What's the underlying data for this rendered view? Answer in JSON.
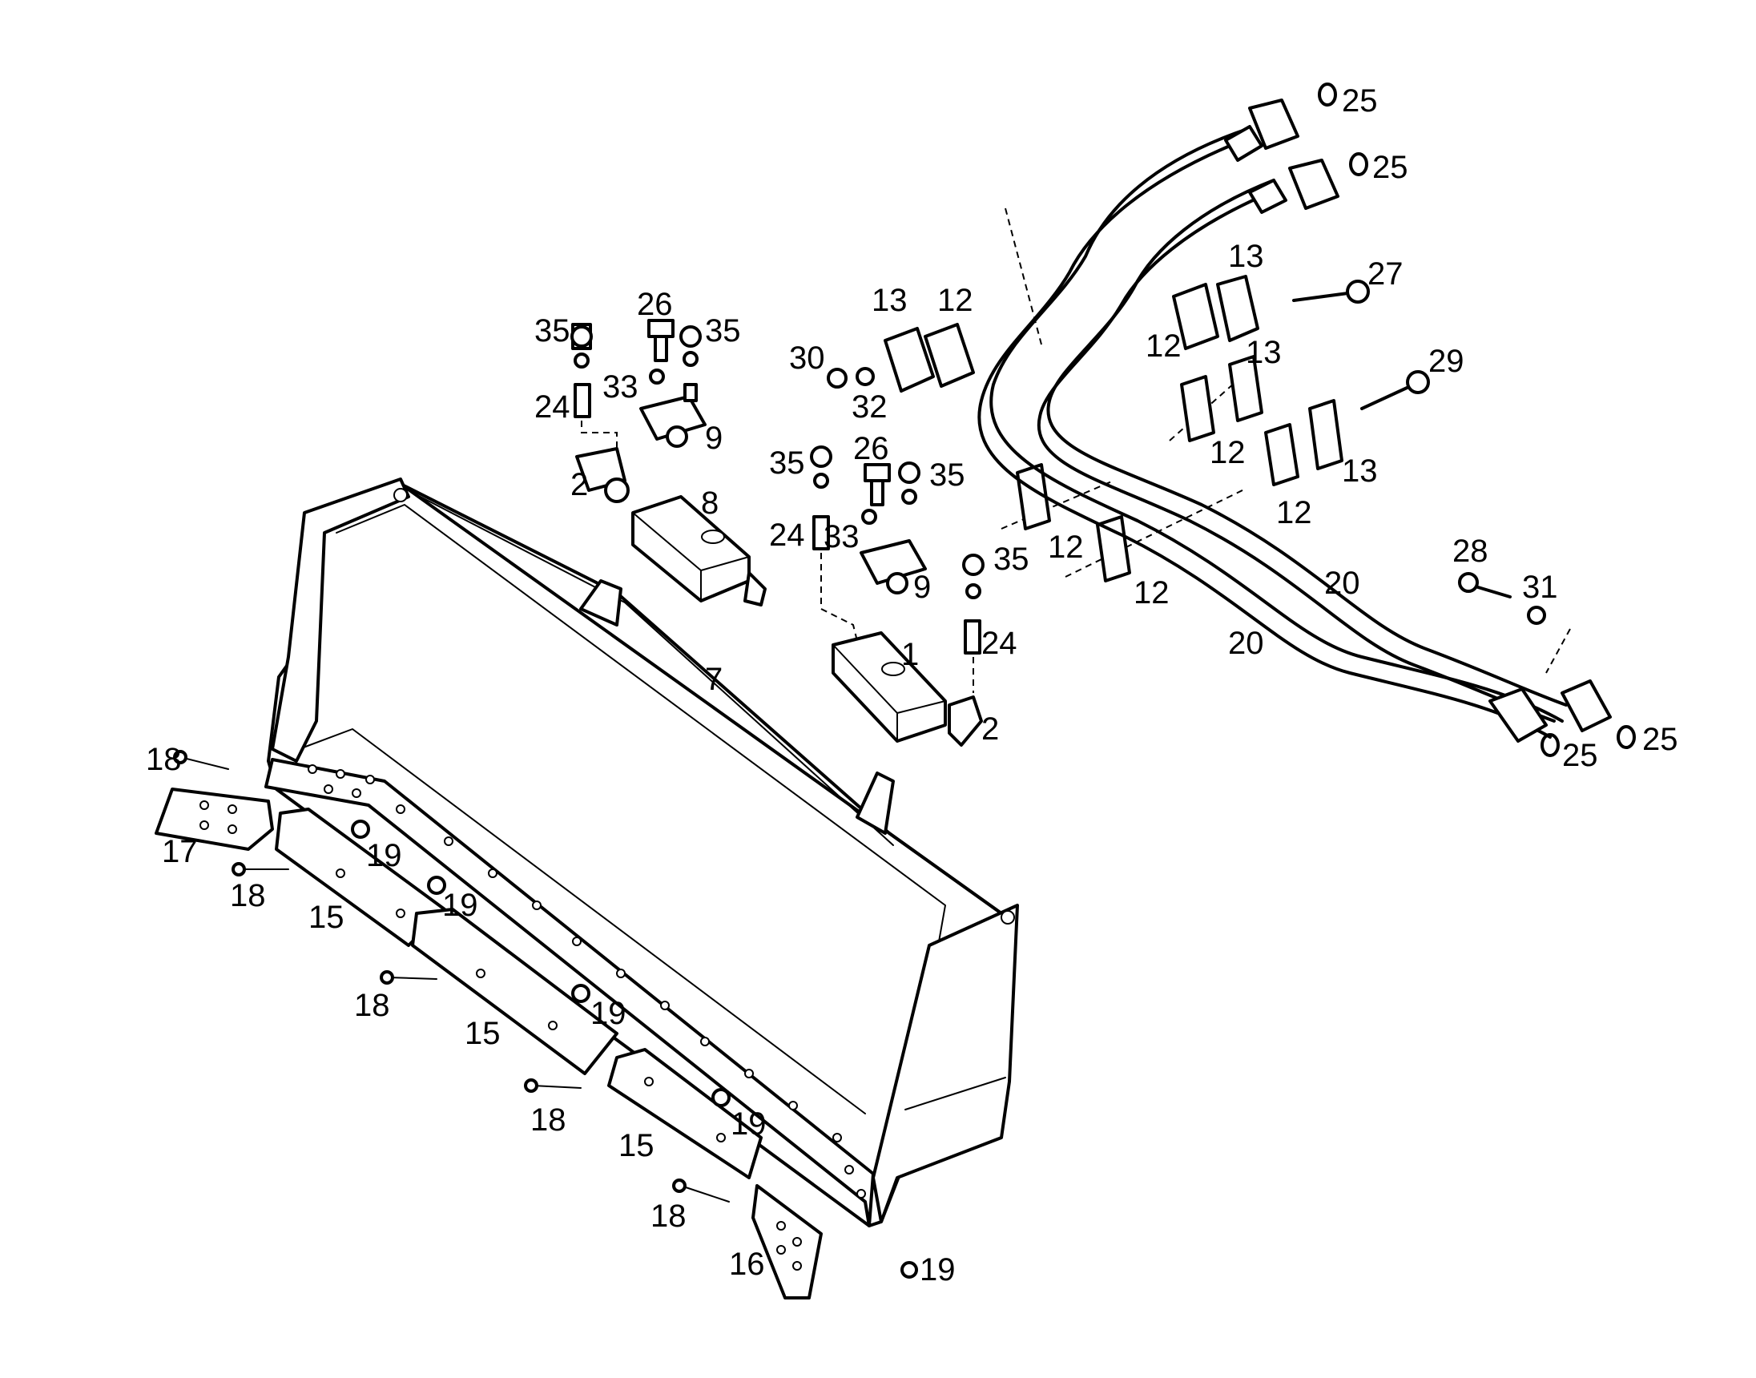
{
  "callouts": [
    {
      "id": "c25a",
      "text": "25"
    },
    {
      "id": "c25b",
      "text": "25"
    },
    {
      "id": "c13a",
      "text": "13"
    },
    {
      "id": "c27",
      "text": "27"
    },
    {
      "id": "c12a",
      "text": "12"
    },
    {
      "id": "c13b",
      "text": "13"
    },
    {
      "id": "c12b",
      "text": "12"
    },
    {
      "id": "c29",
      "text": "29"
    },
    {
      "id": "c13c",
      "text": "13"
    },
    {
      "id": "c12c",
      "text": "12"
    },
    {
      "id": "c13d",
      "text": "13"
    },
    {
      "id": "c12d",
      "text": "12"
    },
    {
      "id": "c30",
      "text": "30"
    },
    {
      "id": "c32",
      "text": "32"
    },
    {
      "id": "c35a",
      "text": "35"
    },
    {
      "id": "c26a",
      "text": "26"
    },
    {
      "id": "c35b",
      "text": "35"
    },
    {
      "id": "c33a",
      "text": "33"
    },
    {
      "id": "c24a",
      "text": "24"
    },
    {
      "id": "c9a",
      "text": "9"
    },
    {
      "id": "c2a",
      "text": "2"
    },
    {
      "id": "c8",
      "text": "8"
    },
    {
      "id": "c35c",
      "text": "35"
    },
    {
      "id": "c26b",
      "text": "26"
    },
    {
      "id": "c35d",
      "text": "35"
    },
    {
      "id": "c24b",
      "text": "24"
    },
    {
      "id": "c33b",
      "text": "33"
    },
    {
      "id": "c9b",
      "text": "9"
    },
    {
      "id": "c35e",
      "text": "35"
    },
    {
      "id": "c12e",
      "text": "12"
    },
    {
      "id": "c12f",
      "text": "12"
    },
    {
      "id": "c24c",
      "text": "24"
    },
    {
      "id": "c1",
      "text": "1"
    },
    {
      "id": "c2b",
      "text": "2"
    },
    {
      "id": "c7",
      "text": "7"
    },
    {
      "id": "c20a",
      "text": "20"
    },
    {
      "id": "c20b",
      "text": "20"
    },
    {
      "id": "c28",
      "text": "28"
    },
    {
      "id": "c31",
      "text": "31"
    },
    {
      "id": "c25c",
      "text": "25"
    },
    {
      "id": "c25d",
      "text": "25"
    },
    {
      "id": "c18a",
      "text": "18"
    },
    {
      "id": "c17",
      "text": "17"
    },
    {
      "id": "c19a",
      "text": "19"
    },
    {
      "id": "c18b",
      "text": "18"
    },
    {
      "id": "c19b",
      "text": "19"
    },
    {
      "id": "c15a",
      "text": "15"
    },
    {
      "id": "c18c",
      "text": "18"
    },
    {
      "id": "c19c",
      "text": "19"
    },
    {
      "id": "c15b",
      "text": "15"
    },
    {
      "id": "c18d",
      "text": "18"
    },
    {
      "id": "c19d",
      "text": "19"
    },
    {
      "id": "c15c",
      "text": "15"
    },
    {
      "id": "c18e",
      "text": "18"
    },
    {
      "id": "c16",
      "text": "16"
    },
    {
      "id": "c19e",
      "text": "19"
    }
  ]
}
